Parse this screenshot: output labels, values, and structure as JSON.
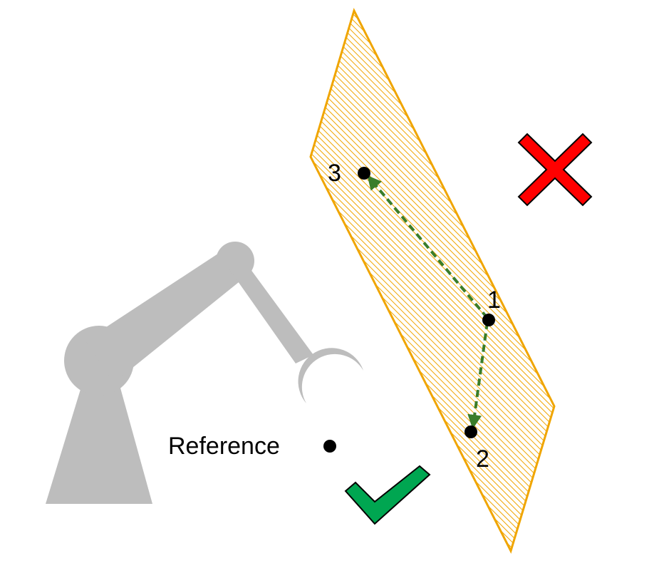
{
  "labels": {
    "point_1": "1",
    "point_2": "2",
    "point_3": "3",
    "reference": "Reference"
  },
  "colors": {
    "plane_stroke": "#F0A500",
    "plane_hatch": "#F0A500",
    "arrow": "#3A7D2A",
    "robot": "#BDBDBD",
    "cross": "#FF0000",
    "check": "#00A651",
    "point": "#000000"
  },
  "icons": {
    "wrong": "cross-icon",
    "correct": "check-icon",
    "robot": "robot-arm-icon"
  }
}
